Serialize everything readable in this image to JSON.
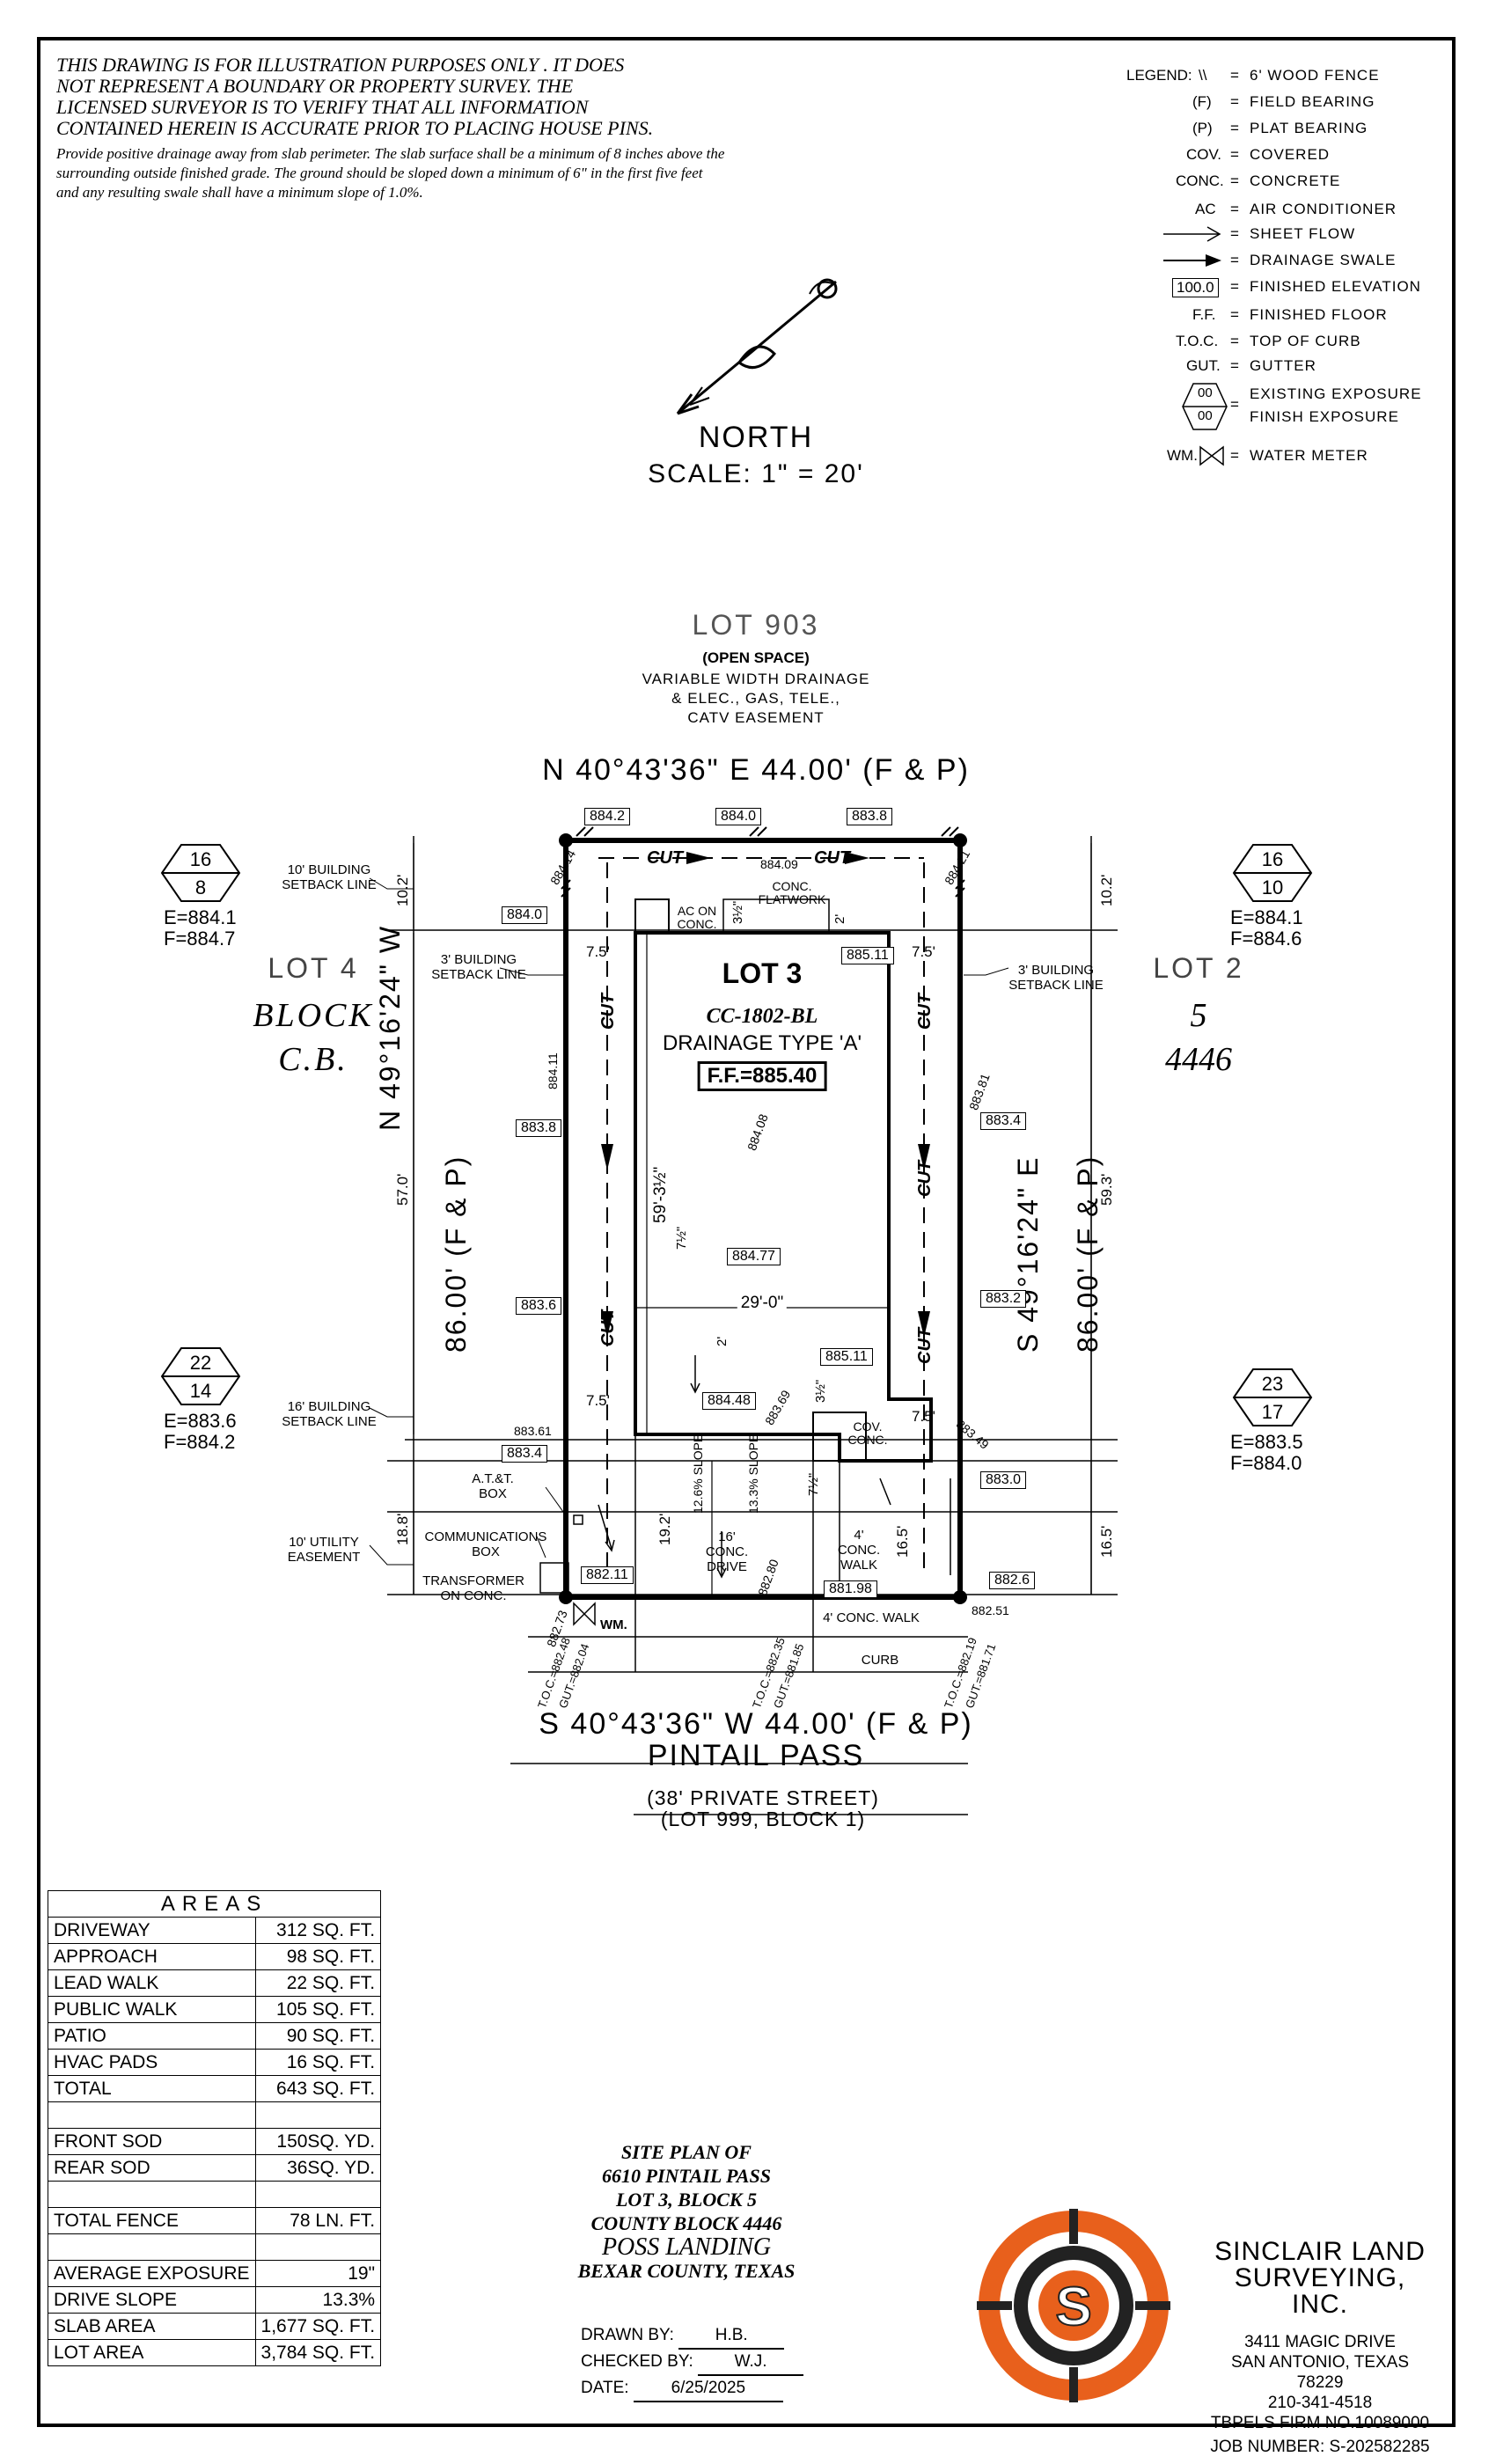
{
  "disclaimer": {
    "line1": "THIS DRAWING IS FOR ILLUSTRATION PURPOSES ONLY . IT DOES",
    "line2": "NOT REPRESENT A BOUNDARY OR PROPERTY SURVEY. THE",
    "line3": "LICENSED SURVEYOR IS TO VERIFY THAT ALL INFORMATION",
    "line4": "CONTAINED HEREIN IS ACCURATE PRIOR TO PLACING HOUSE PINS.",
    "drainage": "Provide positive drainage away from slab perimeter. The slab surface shall be a minimum of 8 inches above the surrounding outside finished grade. The ground should be sloped down a minimum of 6\" in the first five feet and any resulting swale shall have a minimum slope of 1.0%."
  },
  "legend": {
    "title": "LEGEND:",
    "items": [
      {
        "sym": "\\\\",
        "desc": "6' WOOD FENCE"
      },
      {
        "sym": "(F)",
        "desc": "FIELD BEARING"
      },
      {
        "sym": "(P)",
        "desc": "PLAT BEARING"
      },
      {
        "sym": "COV.",
        "desc": "COVERED"
      },
      {
        "sym": "CONC.",
        "desc": "CONCRETE"
      },
      {
        "sym": "AC",
        "desc": "AIR CONDITIONER"
      },
      {
        "sym": "",
        "desc": "SHEET FLOW"
      },
      {
        "sym": "",
        "desc": "DRAINAGE SWALE"
      },
      {
        "sym": "100.0",
        "desc": "FINISHED ELEVATION"
      },
      {
        "sym": "F.F.",
        "desc": "FINISHED FLOOR"
      },
      {
        "sym": "T.O.C.",
        "desc": "TOP OF CURB"
      },
      {
        "sym": "GUT.",
        "desc": "GUTTER"
      },
      {
        "sym": "00",
        "desc": "EXISTING EXPOSURE"
      },
      {
        "sym": "00",
        "desc": "FINISH EXPOSURE"
      },
      {
        "sym": "WM.",
        "desc": "WATER METER"
      }
    ]
  },
  "north": {
    "label": "NORTH",
    "scale": "SCALE: 1\" = 20'"
  },
  "plan": {
    "lot903": "LOT 903",
    "open_space": "(OPEN SPACE)",
    "easement1": "VARIABLE WIDTH DRAINAGE",
    "easement2": "& ELEC., GAS, TELE.,",
    "easement3": "CATV EASEMENT",
    "north_line": "N 40°43'36\" E 44.00' (F & P)",
    "south_line": "S 40°43'36\" W 44.00' (F & P)",
    "west_line1": "N 49°16'24\" W",
    "west_line2": "86.00' (F & P)",
    "east_line1": "S 49°16'24\" E",
    "east_line2": "86.00' (F & P)",
    "street": "PINTAIL PASS",
    "street2": "(38' PRIVATE STREET)",
    "street3": "(LOT 999, BLOCK 1)",
    "lot4": "LOT 4",
    "block": "BLOCK",
    "cb": "C.B.",
    "lot2": "LOT 2",
    "block_no": "5",
    "cb_no": "4446",
    "lot3": "LOT 3",
    "plan_name": "CC-1802-BL",
    "drainage_type": "DRAINAGE TYPE 'A'",
    "ff": "F.F.=885.40",
    "dim_59": "59'-3½\"",
    "dim_29": "29'-0\"",
    "setback_10": "10' BUILDING SETBACK LINE",
    "setback_3l": "3' BUILDING SETBACK LINE",
    "setback_3r": "3' BUILDING SETBACK LINE",
    "setback_16": "16' BUILDING SETBACK LINE",
    "utility": "10' UTILITY EASEMENT",
    "att_box": "A.T.&T. BOX",
    "comm_box": "COMMUNICATIONS BOX",
    "transformer": "TRANSFORMER ON CONC.",
    "wm": "WM.",
    "ac": "AC ON CONC.",
    "flatwork": "CONC. FLATWORK",
    "cov_conc": "COV. CONC.",
    "drive": "16' CONC. DRIVE",
    "walk4": "4' CONC. WALK",
    "walk4b": "4' CONC. WALK",
    "curb": "CURB",
    "slope1": "12.6% SLOPE",
    "slope2": "13.3% SLOPE",
    "cut": "CUT",
    "dims": {
      "d102l": "10.2'",
      "d102r": "10.2'",
      "d57": "57.0'",
      "d593": "59.3'",
      "d188": "18.8'",
      "d192": "19.2'",
      "d165a": "16.5'",
      "d165b": "16.5'",
      "d75a": "7.5'",
      "d75b": "7.5'",
      "d75c": "7.5'",
      "d75d": "7.5'",
      "d2a": "2'",
      "d2b": "2'",
      "d7ha": "7½\"",
      "d7hb": "7½\"",
      "d3ha": "3½\"",
      "d3hb": "3½\""
    },
    "elev_boxes": {
      "e8842": "884.2",
      "e8840a": "884.0",
      "e8838a": "883.8",
      "e8840b": "884.0",
      "e88511a": "885.11",
      "e8838b": "883.8",
      "e8834a": "883.4",
      "e88477": "884.77",
      "e8836": "883.6",
      "e8832": "883.2",
      "e88511b": "885.11",
      "e88448": "884.48",
      "e8834b": "883.4",
      "e8830": "883.0",
      "e88211": "882.11",
      "e88198": "881.98",
      "e8826": "882.6"
    },
    "spot_elev": {
      "s88414": "884.14",
      "s88409": "884.09",
      "s88421": "884.21",
      "s88411": "884.11",
      "s88381": "883.81",
      "s88408": "884.08",
      "s88361": "883.61",
      "s88369": "883.69",
      "s88349": "883.49",
      "s88280": "882.80",
      "s88251": "882.51",
      "s88273": "882.73"
    },
    "curb_elev": {
      "toc1": "T.O.C.=882.48",
      "gut1": "GUT.=882.04",
      "toc2": "T.O.C.=882.35",
      "gut2": "GUT.=881.85",
      "toc3": "T.O.C.=882.19",
      "gut3": "GUT.=881.71"
    },
    "hex": {
      "tl_top": "16",
      "tl_bot": "8",
      "tl_e": "E=884.1",
      "tl_f": "F=884.7",
      "tr_top": "16",
      "tr_bot": "10",
      "tr_e": "E=884.1",
      "tr_f": "F=884.6",
      "bl_top": "22",
      "bl_bot": "14",
      "bl_e": "E=883.6",
      "bl_f": "F=884.2",
      "br_top": "23",
      "br_bot": "17",
      "br_e": "E=883.5",
      "br_f": "F=884.0"
    }
  },
  "areas": {
    "title": "AREAS",
    "rows": [
      {
        "k": "DRIVEWAY",
        "v": "312 SQ. FT."
      },
      {
        "k": "APPROACH",
        "v": "98 SQ. FT."
      },
      {
        "k": "LEAD WALK",
        "v": "22 SQ. FT."
      },
      {
        "k": "PUBLIC WALK",
        "v": "105 SQ. FT."
      },
      {
        "k": "PATIO",
        "v": "90 SQ. FT."
      },
      {
        "k": "HVAC PADS",
        "v": "16 SQ. FT."
      },
      {
        "k": "TOTAL",
        "v": "643 SQ. FT."
      },
      {
        "k": "",
        "v": ""
      },
      {
        "k": "FRONT SOD",
        "v": "150SQ. YD."
      },
      {
        "k": "REAR SOD",
        "v": "36SQ. YD."
      },
      {
        "k": "",
        "v": ""
      },
      {
        "k": "TOTAL FENCE",
        "v": "78 LN. FT."
      },
      {
        "k": "",
        "v": ""
      },
      {
        "k": "AVERAGE EXPOSURE",
        "v": "19\""
      },
      {
        "k": "DRIVE SLOPE",
        "v": "13.3%"
      },
      {
        "k": "SLAB AREA",
        "v": "1,677 SQ. FT."
      },
      {
        "k": "LOT AREA",
        "v": "3,784 SQ. FT."
      }
    ]
  },
  "title_block": {
    "l1": "SITE PLAN OF",
    "l2": "6610 PINTAIL PASS",
    "l3": "LOT 3, BLOCK 5",
    "l4": "COUNTY BLOCK 4446",
    "l5": "POSS LANDING",
    "l6": "BEXAR COUNTY, TEXAS"
  },
  "drawn": {
    "drawn_label": "DRAWN BY:",
    "drawn": "H.B.",
    "checked_label": "CHECKED BY:",
    "checked": "W.J.",
    "date_label": "DATE:",
    "date": "6/25/2025"
  },
  "company": {
    "name1": "SINCLAIR LAND",
    "name2": "SURVEYING, INC.",
    "addr1": "3411 MAGIC DRIVE",
    "addr2": "SAN ANTONIO, TEXAS 78229",
    "phone": "210-341-4518",
    "firm": "TBPELS FIRM NO.10089000",
    "job": "JOB NUMBER:  S-202582285",
    "logo_letter": "S",
    "logo_colors": {
      "ring": "#e8601c",
      "dark": "#222222"
    }
  }
}
